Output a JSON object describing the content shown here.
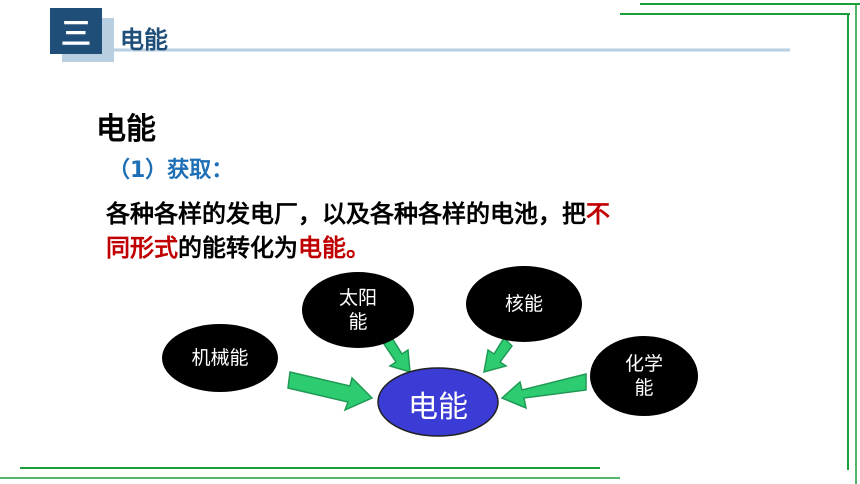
{
  "header": {
    "badge": "三",
    "section_title": "电能"
  },
  "content": {
    "heading": "电能",
    "subheading": "（1）获取：",
    "paragraph": {
      "part1": "各种各样的发电厂，以及各种各样的电池，把",
      "highlight1": "不同形式",
      "part2": "的能转化为",
      "highlight2": "电能。"
    }
  },
  "diagram": {
    "center": "电能",
    "sources": {
      "mechanical": "机械能",
      "solar_line1": "太阳",
      "solar_line2": "能",
      "nuclear": "核能",
      "chemical_line1": "化学",
      "chemical_line2": "能"
    }
  },
  "colors": {
    "header_blue": "#1f4e79",
    "sub_blue": "#1f6fb7",
    "highlight_red": "#c00000",
    "arrow_green": "#2ecc71",
    "line_green": "#1a9e3a",
    "center_fill": "#3b3bd6"
  }
}
